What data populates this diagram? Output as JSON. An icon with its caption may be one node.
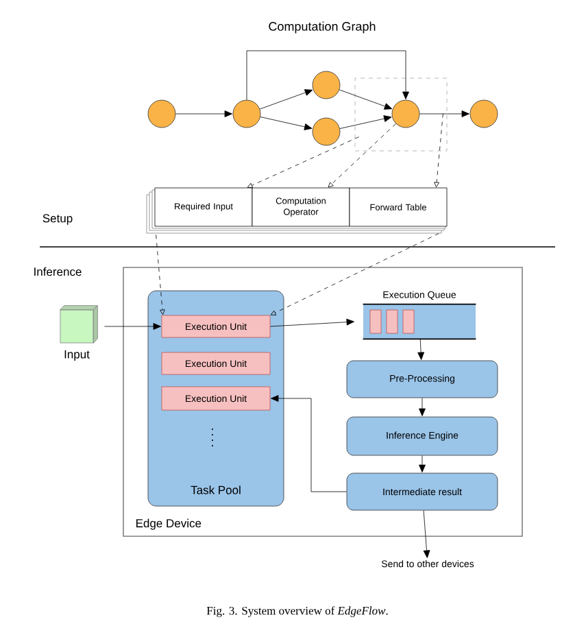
{
  "diagram": {
    "title": "Computation Graph",
    "caption": "Fig. 3.  System overview of *EdgeFlow*.",
    "nodes": [
      {
        "text": [],
        "shape": "circle"
      },
      {
        "text": [],
        "shape": "circle"
      },
      {
        "text": [],
        "shape": "circle"
      },
      {
        "text": [],
        "shape": "circle"
      },
      {
        "text": [],
        "shape": "circle",
        "in": 6
      },
      {
        "text": [],
        "shape": "circle"
      },
      {
        "text": [],
        "shape": "box"
      },
      {
        "text": [
          "Required Input"
        ]
      },
      {
        "text": [
          "Computation Operator"
        ]
      },
      {
        "text": [
          "Forward Table"
        ]
      },
      {
        "text": [
          "Edge Device"
        ]
      },
      {
        "text": [
          "Task Pool"
        ],
        "in": 10
      },
      {
        "text": [
          "Execution Unit"
        ],
        "in": 11
      },
      {
        "text": [
          "Execution Unit"
        ],
        "in": 11
      },
      {
        "text": [
          "Execution Unit"
        ],
        "in": 11
      },
      {
        "text": [
          "Execution Queue"
        ],
        "in": 10
      },
      {
        "text": [
          "Pre-Processing"
        ],
        "in": 10
      },
      {
        "text": [
          "Inference Engine"
        ],
        "in": 10
      },
      {
        "text": [
          "Intermediate result"
        ],
        "in": 10
      },
      {
        "text": [
          "Input"
        ]
      },
      {
        "text": [
          "Send to other devices"
        ]
      }
    ],
    "edges": [
      {
        "from": 0,
        "to": 1,
        "arrow": "to"
      },
      {
        "from": 1,
        "to": 2,
        "arrow": "to"
      },
      {
        "from": 1,
        "to": 3,
        "arrow": "to"
      },
      {
        "from": 1,
        "to": 4,
        "arrow": "to"
      },
      {
        "from": 2,
        "to": 4,
        "arrow": "to"
      },
      {
        "from": 3,
        "to": 4,
        "arrow": "to"
      },
      {
        "from": 4,
        "to": 5,
        "arrow": "to"
      },
      {
        "from": 6,
        "to": 7,
        "arrow": "to",
        "style": "dashed"
      },
      {
        "from": 4,
        "to": 8,
        "arrow": "to",
        "style": "dashed"
      },
      {
        "from": 6,
        "to": 9,
        "arrow": "to",
        "style": "dashed"
      },
      {
        "from": 7,
        "to": 12,
        "arrow": "to",
        "style": "dashed"
      },
      {
        "from": 9,
        "to": 12,
        "arrow": "to",
        "style": "dashed"
      },
      {
        "from": 19,
        "to": 12,
        "arrow": "to"
      },
      {
        "from": 12,
        "to": 15,
        "arrow": "to"
      },
      {
        "from": 15,
        "to": 16,
        "arrow": "to"
      },
      {
        "from": 16,
        "to": 17,
        "arrow": "to"
      },
      {
        "from": 17,
        "to": 18,
        "arrow": "to"
      },
      {
        "from": 18,
        "to": 14,
        "arrow": "to"
      },
      {
        "from": 18,
        "to": 20,
        "arrow": "to"
      }
    ],
    "labels": [
      "Setup",
      "Inference"
    ]
  }
}
